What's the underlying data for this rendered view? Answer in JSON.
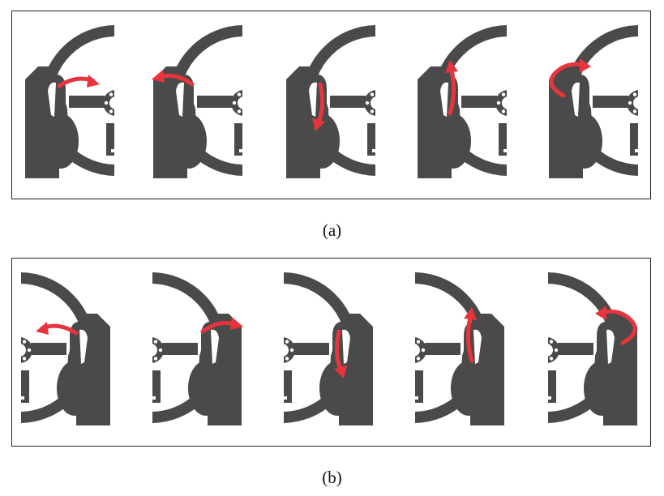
{
  "figure": {
    "colors": {
      "ink": "#4a4a4a",
      "arrow": "#e8343d",
      "hand_highlight": "#ffffff"
    },
    "panels": [
      {
        "id": "a",
        "caption": "(a)",
        "hand_side": "left",
        "gestures": [
          {
            "motion": "swipe-right",
            "icon": "curved-arrow-right-icon"
          },
          {
            "motion": "swipe-left",
            "icon": "curved-arrow-left-icon"
          },
          {
            "motion": "swipe-down",
            "icon": "arrow-down-icon"
          },
          {
            "motion": "swipe-up",
            "icon": "arrow-up-icon"
          },
          {
            "motion": "circle",
            "icon": "circular-arrow-icon"
          }
        ]
      },
      {
        "id": "b",
        "caption": "(b)",
        "hand_side": "right",
        "gestures": [
          {
            "motion": "swipe-right",
            "icon": "curved-arrow-right-icon"
          },
          {
            "motion": "swipe-left",
            "icon": "curved-arrow-left-icon"
          },
          {
            "motion": "swipe-down",
            "icon": "arrow-down-icon"
          },
          {
            "motion": "swipe-up",
            "icon": "arrow-up-icon"
          },
          {
            "motion": "circle",
            "icon": "circular-arrow-icon"
          }
        ]
      }
    ]
  }
}
